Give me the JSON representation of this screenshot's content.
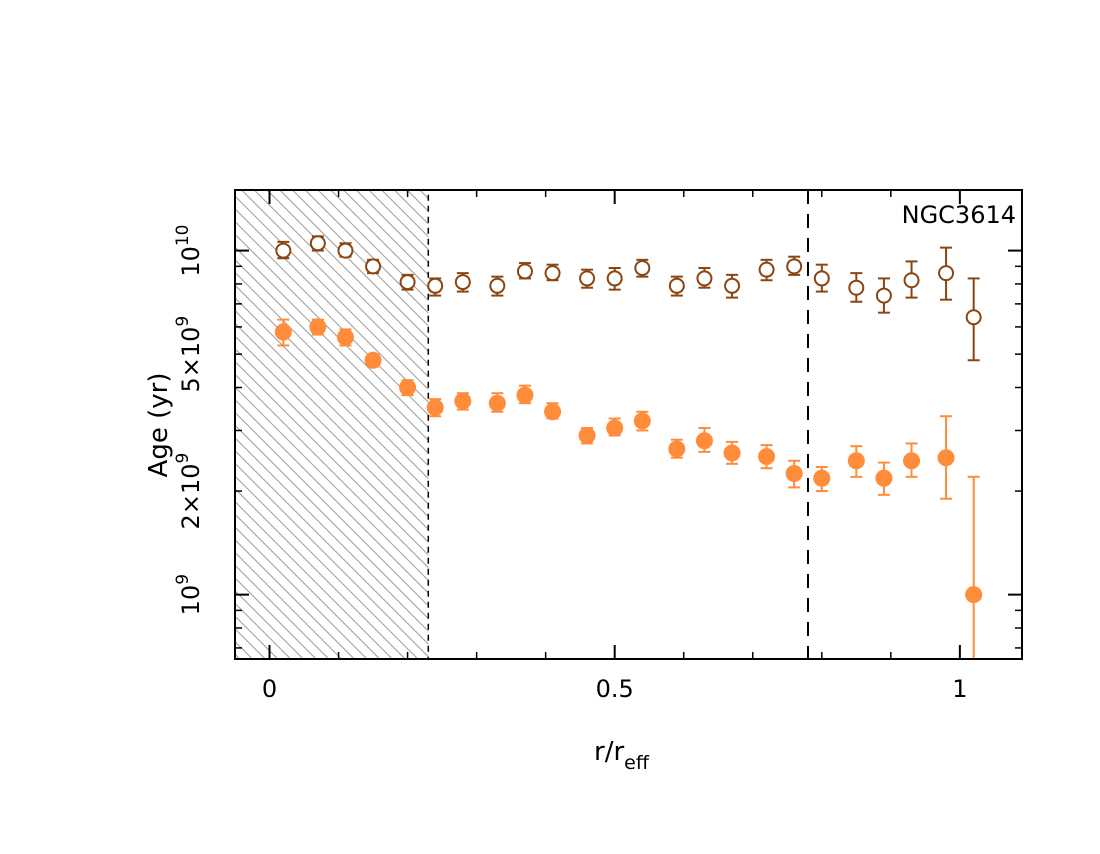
{
  "chart_data": {
    "type": "scatter",
    "title": "",
    "annotation": "NGC3614",
    "xlabel": {
      "main": "r/r",
      "sub": "eff"
    },
    "ylabel": "Age (yr)",
    "xlim": [
      -0.05,
      1.09
    ],
    "ylim": [
      650000000,
      15000000000
    ],
    "yscale": "log",
    "grid": false,
    "legend": "none",
    "x_ticks": [
      {
        "value": 0,
        "label": "0"
      },
      {
        "value": 0.5,
        "label": "0.5"
      },
      {
        "value": 1,
        "label": "1"
      }
    ],
    "y_ticks": [
      {
        "value": 1000000000,
        "base": "10",
        "exp": "9",
        "label": "10^9"
      },
      {
        "value": 2000000000,
        "base": "2×10",
        "exp": "9",
        "label": "2×10^9"
      },
      {
        "value": 5000000000,
        "base": "5×10",
        "exp": "9",
        "label": "5×10^9"
      },
      {
        "value": 10000000000,
        "base": "10",
        "exp": "10",
        "label": "10^10"
      }
    ],
    "shaded_region": {
      "x_start": -0.05,
      "x_end": 0.23,
      "style": "hatched gray"
    },
    "vertical_line": {
      "x": 0.78,
      "style": "dashed"
    },
    "series": [
      {
        "marker": "open-circle",
        "color": "#8B4513",
        "points": [
          {
            "x": 0.02,
            "y": 10000000000,
            "lo": 9500000000,
            "hi": 10600000000
          },
          {
            "x": 0.07,
            "y": 10500000000,
            "lo": 10000000000,
            "hi": 11000000000
          },
          {
            "x": 0.11,
            "y": 10000000000,
            "lo": 9600000000,
            "hi": 10500000000
          },
          {
            "x": 0.15,
            "y": 9000000000,
            "lo": 8600000000,
            "hi": 9400000000
          },
          {
            "x": 0.2,
            "y": 8100000000,
            "lo": 7700000000,
            "hi": 8500000000
          },
          {
            "x": 0.24,
            "y": 7900000000,
            "lo": 7400000000,
            "hi": 8300000000
          },
          {
            "x": 0.28,
            "y": 8100000000,
            "lo": 7600000000,
            "hi": 8600000000
          },
          {
            "x": 0.33,
            "y": 7900000000,
            "lo": 7400000000,
            "hi": 8400000000
          },
          {
            "x": 0.37,
            "y": 8700000000,
            "lo": 8300000000,
            "hi": 9200000000
          },
          {
            "x": 0.41,
            "y": 8600000000,
            "lo": 8200000000,
            "hi": 9100000000
          },
          {
            "x": 0.46,
            "y": 8300000000,
            "lo": 7800000000,
            "hi": 8800000000
          },
          {
            "x": 0.5,
            "y": 8300000000,
            "lo": 7700000000,
            "hi": 8900000000
          },
          {
            "x": 0.54,
            "y": 8900000000,
            "lo": 8400000000,
            "hi": 9400000000
          },
          {
            "x": 0.59,
            "y": 7900000000,
            "lo": 7400000000,
            "hi": 8400000000
          },
          {
            "x": 0.63,
            "y": 8300000000,
            "lo": 7800000000,
            "hi": 8900000000
          },
          {
            "x": 0.67,
            "y": 7900000000,
            "lo": 7300000000,
            "hi": 8500000000
          },
          {
            "x": 0.72,
            "y": 8800000000,
            "lo": 8200000000,
            "hi": 9400000000
          },
          {
            "x": 0.76,
            "y": 9000000000,
            "lo": 8500000000,
            "hi": 9600000000
          },
          {
            "x": 0.8,
            "y": 8300000000,
            "lo": 7600000000,
            "hi": 9100000000
          },
          {
            "x": 0.85,
            "y": 7800000000,
            "lo": 7100000000,
            "hi": 8600000000
          },
          {
            "x": 0.89,
            "y": 7400000000,
            "lo": 6600000000,
            "hi": 8300000000
          },
          {
            "x": 0.93,
            "y": 8200000000,
            "lo": 7300000000,
            "hi": 9300000000
          },
          {
            "x": 0.98,
            "y": 8600000000,
            "lo": 7200000000,
            "hi": 10200000000
          },
          {
            "x": 1.02,
            "y": 6400000000,
            "lo": 4800000000,
            "hi": 8300000000
          }
        ]
      },
      {
        "marker": "filled-circle",
        "color": "#FF8C3A",
        "points": [
          {
            "x": 0.02,
            "y": 5800000000,
            "lo": 5300000000,
            "hi": 6300000000
          },
          {
            "x": 0.07,
            "y": 6000000000,
            "lo": 5700000000,
            "hi": 6300000000
          },
          {
            "x": 0.11,
            "y": 5600000000,
            "lo": 5300000000,
            "hi": 5900000000
          },
          {
            "x": 0.15,
            "y": 4800000000,
            "lo": 4600000000,
            "hi": 5000000000
          },
          {
            "x": 0.2,
            "y": 4000000000,
            "lo": 3800000000,
            "hi": 4200000000
          },
          {
            "x": 0.24,
            "y": 3500000000,
            "lo": 3300000000,
            "hi": 3700000000
          },
          {
            "x": 0.28,
            "y": 3650000000,
            "lo": 3450000000,
            "hi": 3850000000
          },
          {
            "x": 0.33,
            "y": 3600000000,
            "lo": 3400000000,
            "hi": 3850000000
          },
          {
            "x": 0.37,
            "y": 3800000000,
            "lo": 3600000000,
            "hi": 4050000000
          },
          {
            "x": 0.41,
            "y": 3400000000,
            "lo": 3250000000,
            "hi": 3600000000
          },
          {
            "x": 0.46,
            "y": 2900000000,
            "lo": 2750000000,
            "hi": 3050000000
          },
          {
            "x": 0.5,
            "y": 3050000000,
            "lo": 2900000000,
            "hi": 3250000000
          },
          {
            "x": 0.54,
            "y": 3200000000,
            "lo": 3000000000,
            "hi": 3400000000
          },
          {
            "x": 0.59,
            "y": 2650000000,
            "lo": 2500000000,
            "hi": 2820000000
          },
          {
            "x": 0.63,
            "y": 2800000000,
            "lo": 2600000000,
            "hi": 3050000000
          },
          {
            "x": 0.67,
            "y": 2580000000,
            "lo": 2400000000,
            "hi": 2780000000
          },
          {
            "x": 0.72,
            "y": 2520000000,
            "lo": 2330000000,
            "hi": 2720000000
          },
          {
            "x": 0.76,
            "y": 2250000000,
            "lo": 2050000000,
            "hi": 2450000000
          },
          {
            "x": 0.8,
            "y": 2180000000,
            "lo": 2000000000,
            "hi": 2350000000
          },
          {
            "x": 0.85,
            "y": 2450000000,
            "lo": 2200000000,
            "hi": 2700000000
          },
          {
            "x": 0.89,
            "y": 2180000000,
            "lo": 1950000000,
            "hi": 2420000000
          },
          {
            "x": 0.93,
            "y": 2450000000,
            "lo": 2200000000,
            "hi": 2750000000
          },
          {
            "x": 0.98,
            "y": 2500000000,
            "lo": 1900000000,
            "hi": 3300000000
          },
          {
            "x": 1.02,
            "y": 1000000000,
            "lo": 600000000,
            "hi": 2200000000
          }
        ]
      }
    ]
  }
}
